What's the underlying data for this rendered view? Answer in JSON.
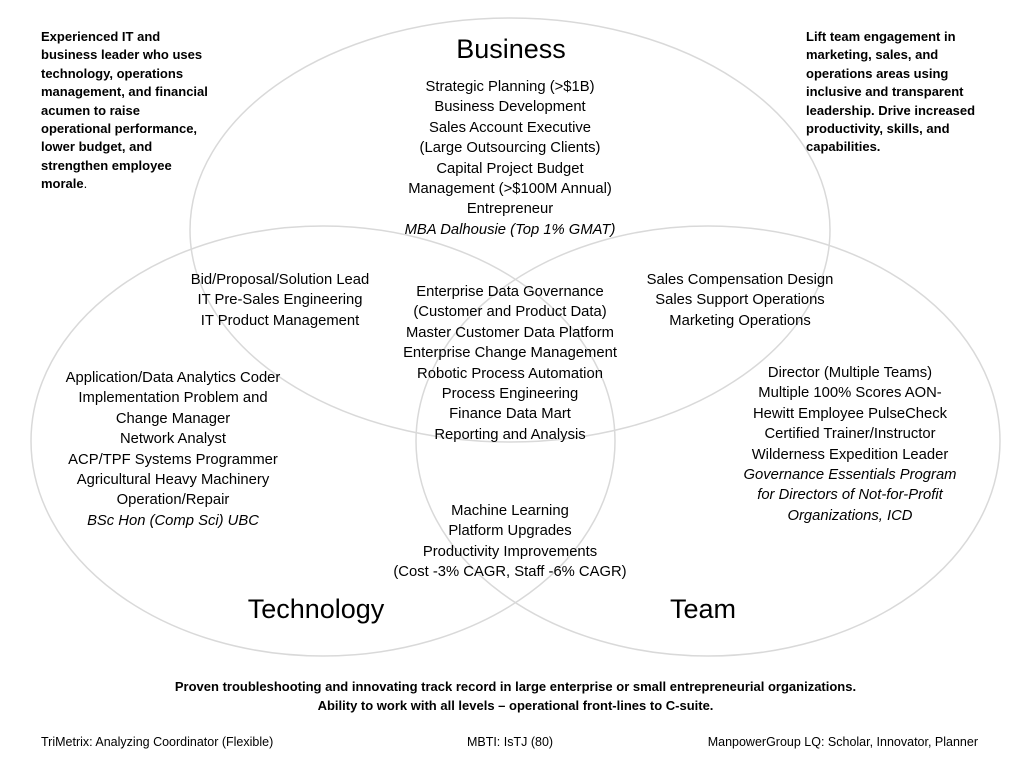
{
  "corner_left": {
    "text": "Experienced IT and business leader who uses technology, operations management, and financial acumen to raise operational performance, lower budget, and strengthen employee morale",
    "end": "."
  },
  "corner_right": {
    "text": "Lift team engagement in marketing, sales, and operations areas using inclusive and transparent leadership. Drive increased productivity, skills, and capabilities."
  },
  "circles": {
    "business": {
      "title": "Business",
      "items": [
        "Strategic Planning (>$1B)",
        "Business Development",
        "Sales Account Executive",
        "(Large Outsourcing Clients)",
        "Capital Project Budget",
        "Management (>$100M Annual)",
        "Entrepreneur"
      ],
      "credential": "MBA Dalhousie (Top 1% GMAT)"
    },
    "technology": {
      "title": "Technology",
      "items": [
        "Application/Data Analytics Coder",
        "Implementation Problem and",
        "Change Manager",
        "Network Analyst",
        "ACP/TPF Systems Programmer",
        "Agricultural Heavy Machinery",
        "Operation/Repair"
      ],
      "credential": "BSc Hon (Comp Sci) UBC"
    },
    "team": {
      "title": "Team",
      "items": [
        "Director (Multiple Teams)",
        "Multiple 100% Scores AON-",
        "Hewitt Employee PulseCheck",
        "Certified Trainer/Instructor",
        "Wilderness Expedition Leader"
      ],
      "credential_lines": [
        "Governance Essentials Program",
        "for Directors of Not-for-Profit",
        "Organizations, ICD"
      ]
    }
  },
  "overlaps": {
    "business_technology": [
      "Bid/Proposal/Solution Lead",
      "IT Pre-Sales Engineering",
      "IT Product Management"
    ],
    "business_team": [
      "Sales Compensation Design",
      "Sales Support Operations",
      "Marketing Operations"
    ],
    "center": [
      "Enterprise Data Governance",
      "(Customer and Product Data)",
      "Master Customer Data Platform",
      "Enterprise Change Management",
      "Robotic Process Automation",
      "Process Engineering",
      "Finance Data Mart",
      "Reporting and Analysis"
    ],
    "technology_team": [
      "Machine Learning",
      "Platform Upgrades",
      "Productivity Improvements",
      "(Cost -3% CAGR, Staff -6% CAGR)"
    ]
  },
  "bottom": {
    "line1": "Proven troubleshooting and innovating track record in large enterprise or small entrepreneurial organizations.",
    "line2": "Ability to work with all levels – operational front-lines to C-suite."
  },
  "footer": {
    "left": "TriMetrix: Analyzing Coordinator (Flexible)",
    "center": "MBTI: IsTJ (80)",
    "right": "ManpowerGroup LQ: Scholar, Innovator, Planner"
  },
  "colors": {
    "circle_stroke": "#d9d9d9",
    "text": "#000000",
    "background": "#ffffff"
  }
}
